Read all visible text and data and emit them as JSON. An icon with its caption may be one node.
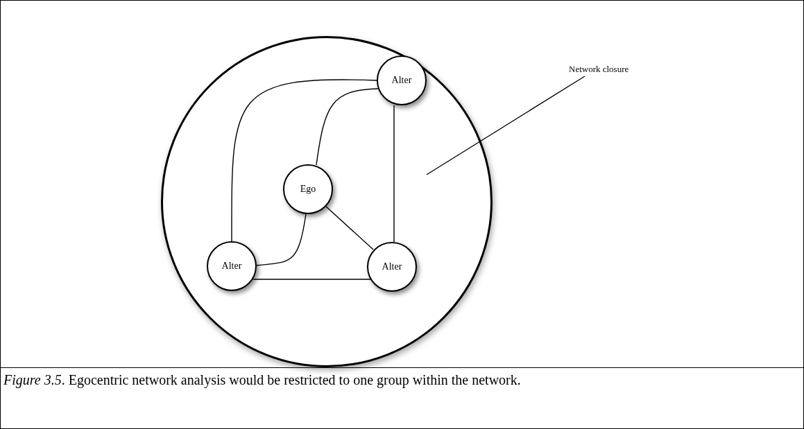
{
  "diagram": {
    "caption": "*Figure 3.5*. Egocentric network analysis would be restricted to one group within the network.",
    "nodes": [
      {
        "text": [],
        "shape": "circle"
      },
      {
        "text": [
          "Alter"
        ],
        "in": 0
      },
      {
        "text": [
          "Ego"
        ],
        "in": 0
      },
      {
        "text": [
          "Alter"
        ],
        "in": 0
      },
      {
        "text": [
          "Alter"
        ],
        "in": 0
      },
      {
        "text": [
          "Network closure"
        ]
      }
    ],
    "edges": [
      {
        "from": 1,
        "to": 3,
        "arrow": "none"
      },
      {
        "from": 1,
        "to": 2,
        "arrow": "none"
      },
      {
        "from": 2,
        "to": 3,
        "arrow": "none"
      },
      {
        "from": 2,
        "to": 4,
        "arrow": "none"
      },
      {
        "from": 1,
        "to": 4,
        "arrow": "none"
      },
      {
        "from": 3,
        "to": 4,
        "arrow": "none"
      },
      {
        "from": 5,
        "to": 0,
        "arrow": "none"
      }
    ]
  }
}
